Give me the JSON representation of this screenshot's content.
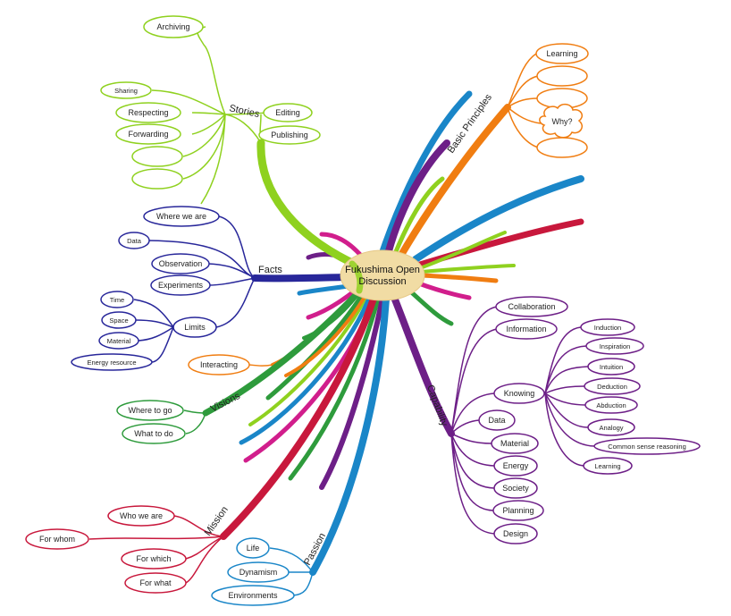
{
  "center": {
    "label_line1": "Fukushima Open",
    "label_line2": "Discussion",
    "fill": "#f1dca4"
  },
  "branches": [
    {
      "id": "stories",
      "label": "Stories",
      "color": "#8fd11f",
      "children": [
        "Archiving",
        "Sharing",
        "Respecting",
        "Forwarding",
        "",
        "",
        "Editing",
        "Publishing"
      ]
    },
    {
      "id": "basic-principles",
      "label": "Basic Principles",
      "color": "#f07d11",
      "children": [
        "Learning",
        "",
        "",
        "Why?",
        ""
      ]
    },
    {
      "id": "facts",
      "label": "Facts",
      "color": "#28279a",
      "children": [
        "Where we are",
        "Data",
        "Observation",
        "Experiments",
        "Limits"
      ],
      "limits": [
        "Time",
        "Space",
        "Material",
        "Energy resource"
      ]
    },
    {
      "id": "capability",
      "label": "Capability",
      "color": "#6d1f87",
      "children": [
        "Collaboration",
        "Information",
        "Knowing",
        "Data",
        "Material",
        "Energy",
        "Society",
        "Planning",
        "Design"
      ],
      "knowing": [
        "Induction",
        "Inspiration",
        "Intuition",
        "Deduction",
        "Abduction",
        "Analogy",
        "Common sense reasoning",
        "Learning"
      ]
    },
    {
      "id": "interacting",
      "label": "Interacting",
      "color": "#f07d11"
    },
    {
      "id": "visions",
      "label": "Visions",
      "color": "#2e9b3c",
      "children": [
        "Where to go",
        "What to do"
      ]
    },
    {
      "id": "mission",
      "label": "Mission",
      "color": "#c8183c",
      "children": [
        "Who we are",
        "For whom",
        "For which",
        "For what"
      ]
    },
    {
      "id": "passion",
      "label": "Passion",
      "color": "#1a86c8",
      "children": [
        "Life",
        "Dynamism",
        "Environments"
      ]
    }
  ],
  "decorative_colors": [
    "#d11e8c",
    "#1a86c8",
    "#8fd11f",
    "#c8183c",
    "#2e9b3c",
    "#6d1f87",
    "#f07d11"
  ]
}
